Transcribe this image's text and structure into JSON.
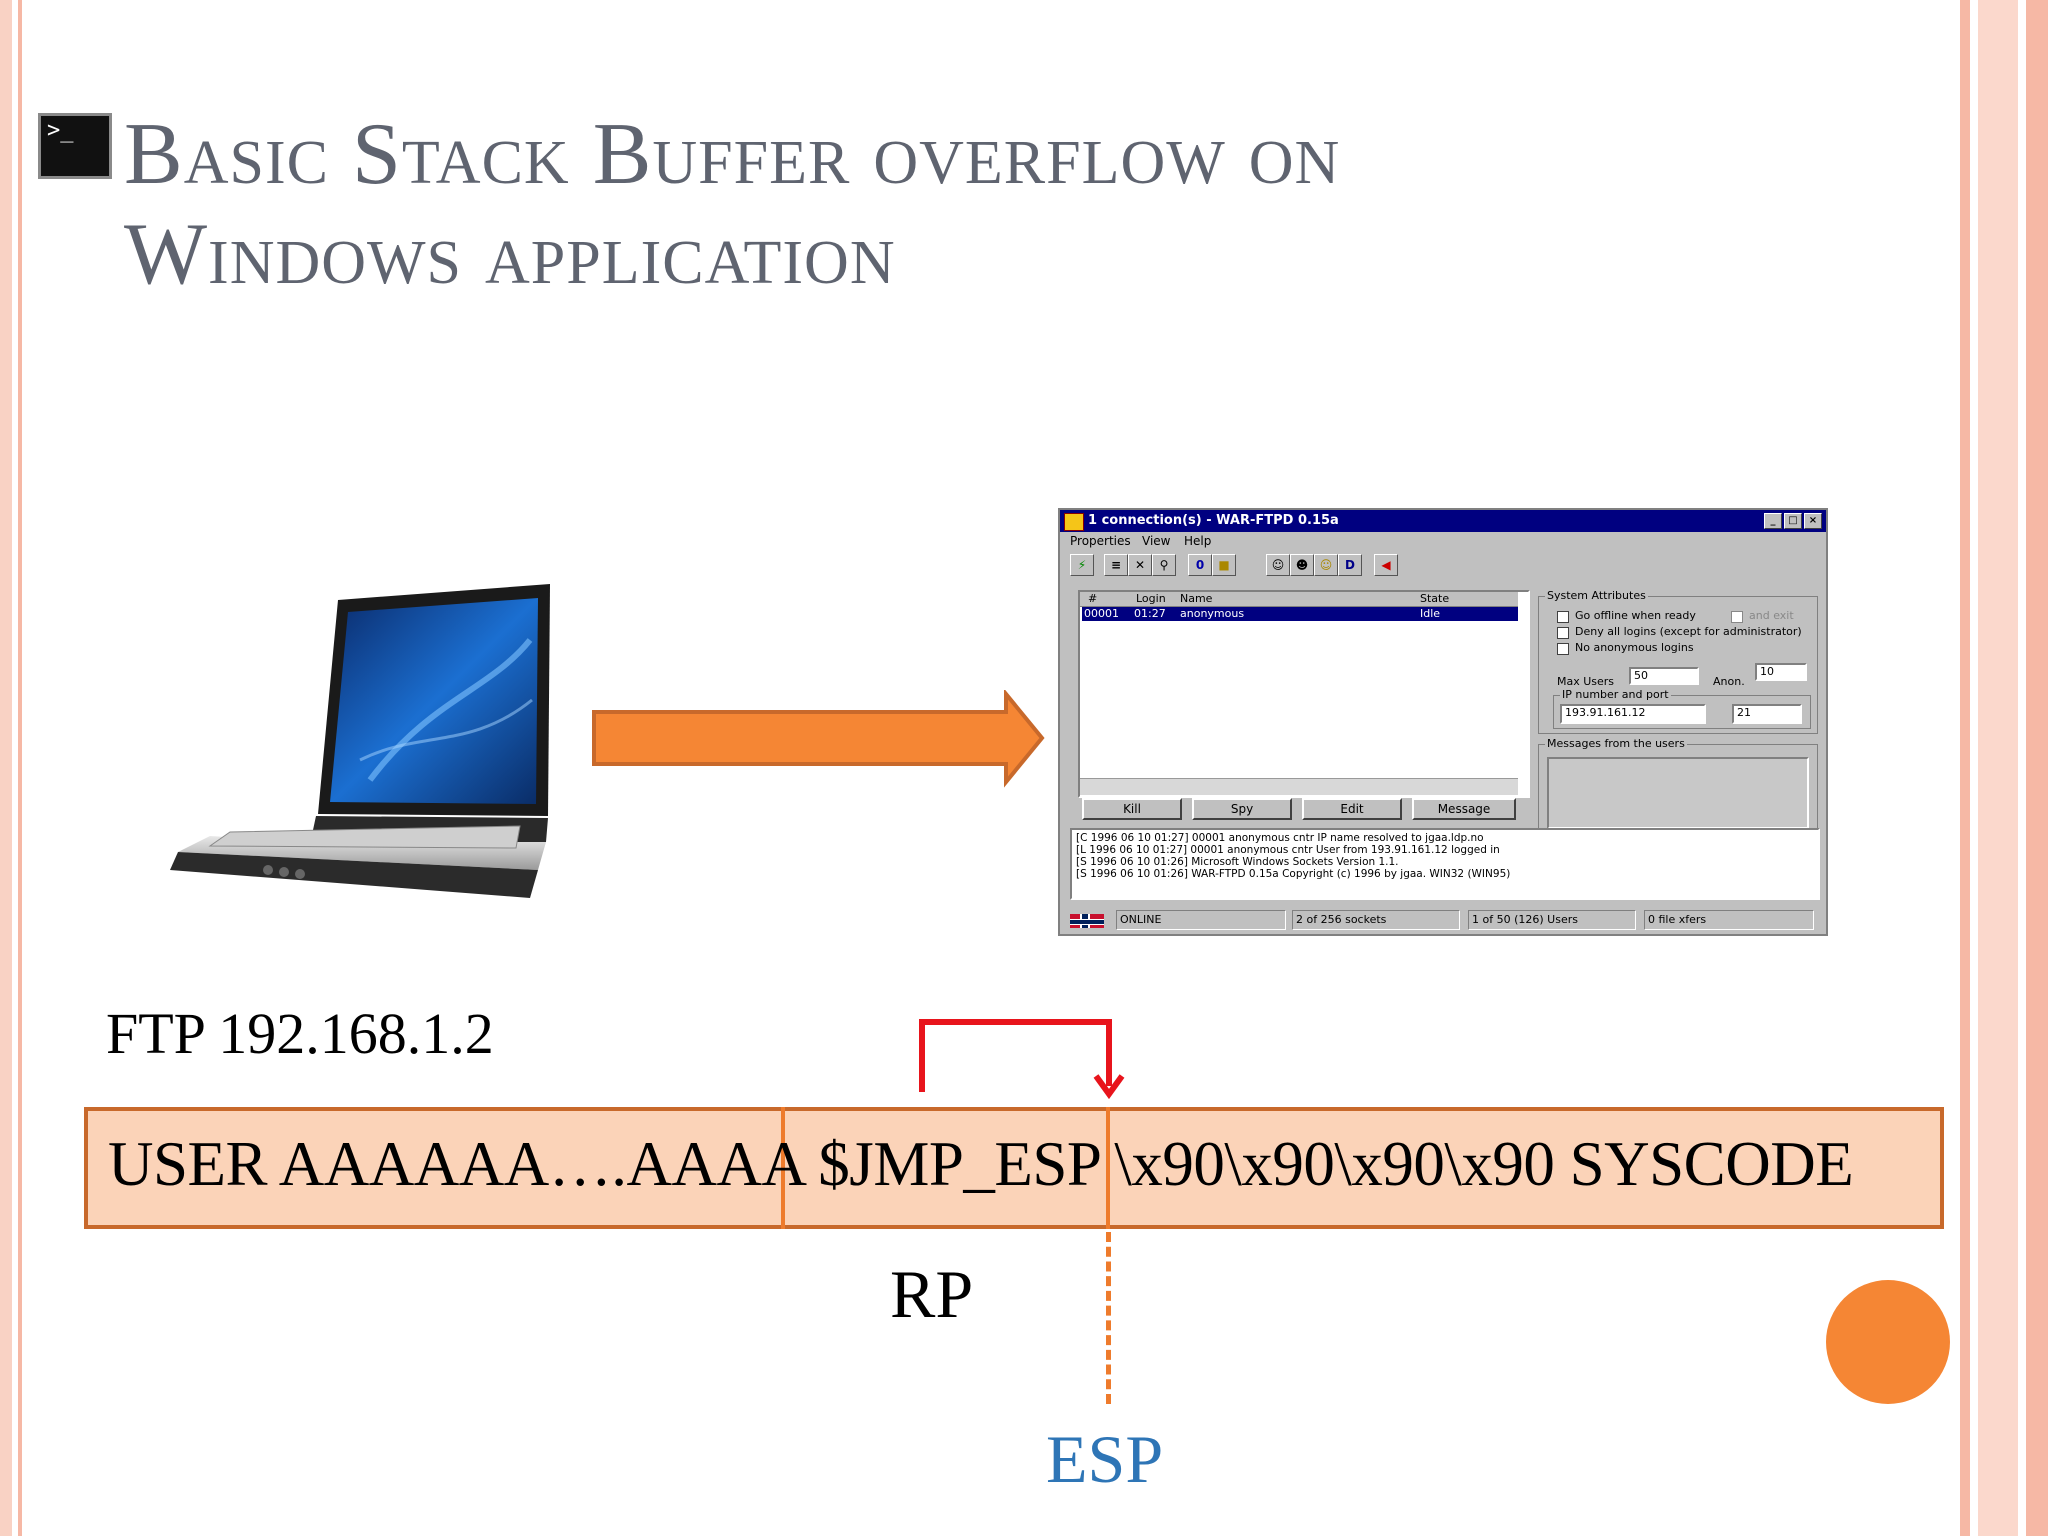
{
  "slide": {
    "title_line1": "Basic Stack Buffer overflow on",
    "title_line2": "Windows application",
    "ftp_label": "FTP 192.168.1.2",
    "payload_text": "USER AAAAAA….AAAA $JMP_ESP \\x90\\x90\\x90\\x90 SYSCODE",
    "rp_label": "RP",
    "esp_label": "ESP",
    "colors": {
      "border_stripe": "#f8c8b8",
      "accent_orange": "#f58634",
      "arrow_red": "#e8141c",
      "esp_blue": "#2e75b6",
      "payload_fill": "#fbd3b8"
    }
  },
  "app": {
    "title": "1 connection(s) - WAR-FTPD 0.15a",
    "menu": [
      "Properties",
      "View",
      "Help"
    ],
    "table": {
      "headers": [
        "#",
        "Login",
        "Name",
        "State"
      ],
      "rows": [
        [
          "00001",
          "01:27",
          "anonymous",
          "Idle"
        ]
      ]
    },
    "buttons": [
      "Kill",
      "Spy",
      "Edit",
      "Message"
    ],
    "system_attributes": {
      "label": "System Attributes",
      "options": [
        "Go offline when ready",
        "Deny all logins (except for administrator)",
        "No anonymous logins"
      ],
      "and_exit": "and exit",
      "max_users_label": "Max Users",
      "max_users": "50",
      "anon_label": "Anon.",
      "anon": "10",
      "ip_group_label": "IP number and port",
      "ip": "193.91.161.12",
      "port": "21"
    },
    "messages_label": "Messages from the users",
    "log": [
      "[C 1996 06 10 01:27] 00001  anonymous  cntr IP name resolved to jgaa.ldp.no",
      "[L 1996 06 10 01:27] 00001  anonymous  cntr User from 193.91.161.12 logged in",
      "[S 1996 06 10 01:26] Microsoft Windows Sockets Version 1.1.",
      "[S 1996 06 10 01:26] WAR-FTPD 0.15a Copyright (c) 1996 by jgaa. WIN32 (WIN95)"
    ],
    "status": [
      "ONLINE",
      "2 of 256 sockets",
      "1 of 50 (126) Users",
      "0 file xfers"
    ]
  }
}
